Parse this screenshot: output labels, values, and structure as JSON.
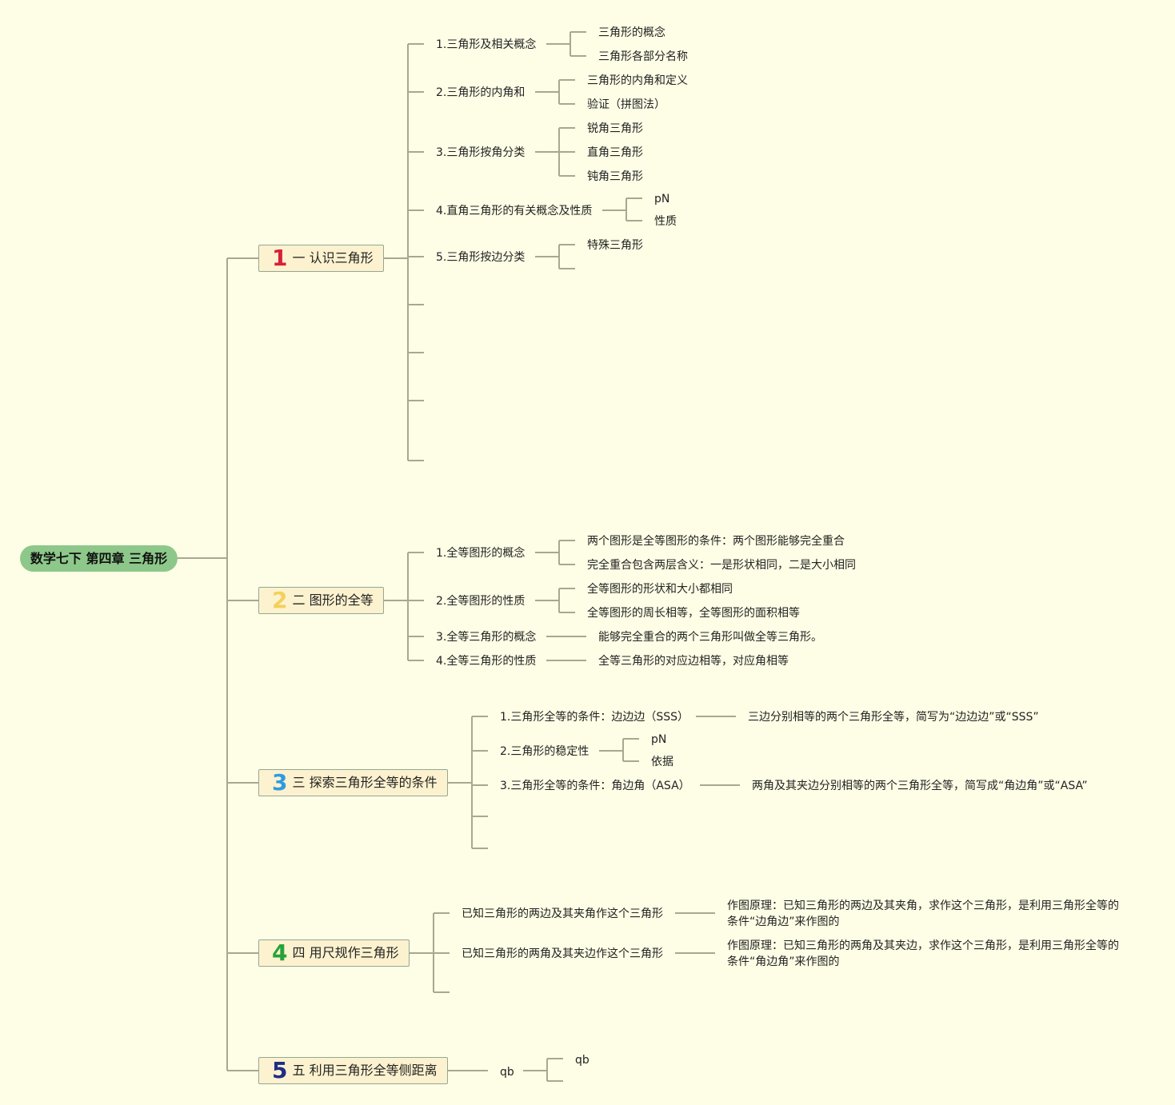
{
  "colors": {
    "background": "#fefee6",
    "line": "#a8a890",
    "root": "#8dc88a",
    "branch": "#fdf2cf",
    "num1": "#d6213a",
    "num2": "#f3d05a",
    "num3": "#2f9be0",
    "num4": "#27a23a",
    "num5": "#202d86"
  },
  "root": {
    "label": "数学七下 第四章 三角形"
  },
  "b1": {
    "num": "1",
    "label": "一 认识三角形",
    "c1": {
      "label": "1.三角形及相关概念",
      "l1": "三角形的概念",
      "l2": "三角形各部分名称"
    },
    "c2": {
      "label": "2.三角形的内角和",
      "l1": "三角形的内角和定义",
      "l2": "验证（拼图法）"
    },
    "c3": {
      "label": "3.三角形按角分类",
      "l1": "锐角三角形",
      "l2": "直角三角形",
      "l3": "钝角三角形"
    },
    "c4": {
      "label": "4.直角三角形的有关概念及性质",
      "l1": "pN",
      "l2": "性质"
    },
    "c5": {
      "label": "5.三角形按边分类",
      "l1": "特殊三角形"
    }
  },
  "b2": {
    "num": "2",
    "label": "二 图形的全等",
    "c1": {
      "label": "1.全等图形的概念",
      "l1": "两个图形是全等图形的条件：两个图形能够完全重合",
      "l2": "完全重合包含两层含义：一是形状相同，二是大小相同"
    },
    "c2": {
      "label": "2.全等图形的性质",
      "l1": "全等图形的形状和大小都相同",
      "l2": "全等图形的周长相等，全等图形的面积相等"
    },
    "c3": {
      "label": "3.全等三角形的概念",
      "l1": "能够完全重合的两个三角形叫做全等三角形。"
    },
    "c4": {
      "label": "4.全等三角形的性质",
      "l1": "全等三角形的对应边相等，对应角相等"
    }
  },
  "b3": {
    "num": "3",
    "label": "三 探索三角形全等的条件",
    "c1": {
      "label": "1.三角形全等的条件：边边边（SSS）",
      "l1": "三边分别相等的两个三角形全等，简写为“边边边”或“SSS”"
    },
    "c2": {
      "label": "2.三角形的稳定性",
      "l1": "pN",
      "l2": "依据"
    },
    "c3": {
      "label": "3.三角形全等的条件：角边角（ASA）",
      "l1": "两角及其夹边分别相等的两个三角形全等，简写成“角边角”或“ASA”"
    }
  },
  "b4": {
    "num": "4",
    "label": "四 用尺规作三角形",
    "c1": {
      "label": "已知三角形的两边及其夹角作这个三角形",
      "l1": "作图原理：已知三角形的两边及其夹角，求作这个三角形，是利用三角形全等的条件“边角边”来作图的"
    },
    "c2": {
      "label": "已知三角形的两角及其夹边作这个三角形",
      "l1": "作图原理：已知三角形的两角及其夹边，求作这个三角形，是利用三角形全等的条件“角边角”来作图的"
    }
  },
  "b5": {
    "num": "5",
    "label": "五 利用三角形全等侧距离",
    "c1": {
      "label": "qb",
      "l1": "qb"
    }
  }
}
